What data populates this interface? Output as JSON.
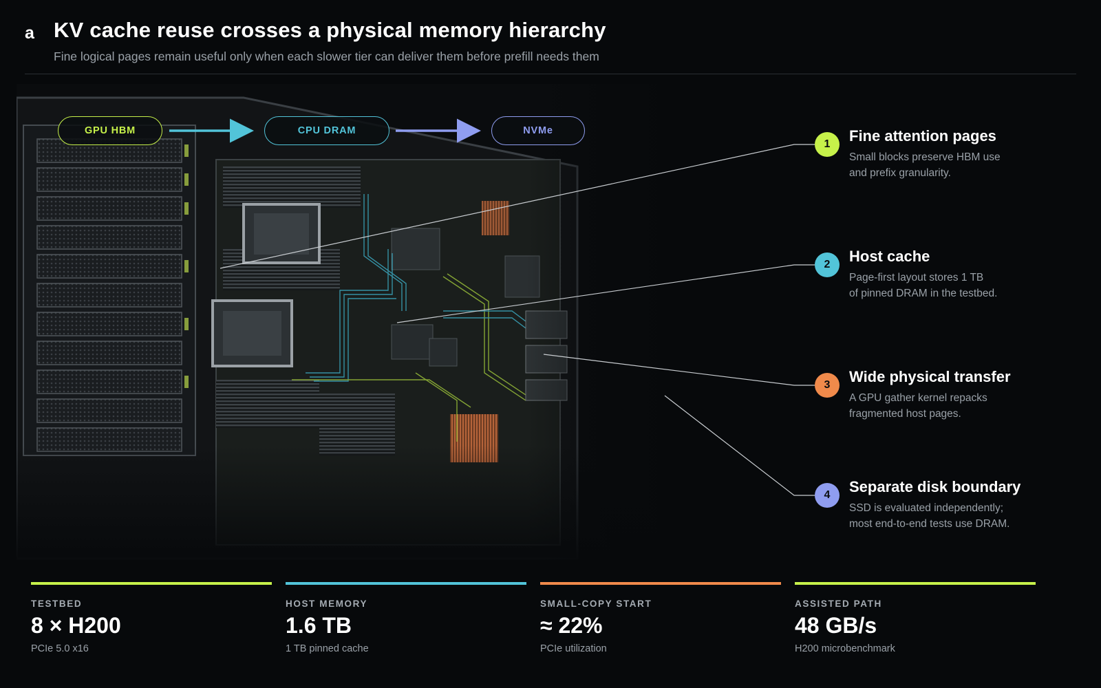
{
  "header": {
    "panel_letter": "a",
    "title": "KV cache reuse crosses a physical memory hierarchy",
    "subtitle": "Fine logical pages remain useful only when each slower tier can deliver them before prefill needs them"
  },
  "tiers": [
    {
      "label": "GPU HBM",
      "color": "#c6f14a"
    },
    {
      "label": "CPU DRAM",
      "color": "#52c4d9"
    },
    {
      "label": "NVMe",
      "color": "#8f9df0"
    }
  ],
  "callouts": [
    {
      "number": "1",
      "title": "Fine attention pages",
      "line1": "Small blocks preserve HBM use",
      "line2": "and prefix granularity.",
      "color": "#c6f14a"
    },
    {
      "number": "2",
      "title": "Host cache",
      "line1": "Page-first layout stores 1 TB",
      "line2": "of pinned DRAM in the testbed.",
      "color": "#52c4d9"
    },
    {
      "number": "3",
      "title": "Wide physical transfer",
      "line1": "A GPU gather kernel repacks",
      "line2": "fragmented host pages.",
      "color": "#f08a4b"
    },
    {
      "number": "4",
      "title": "Separate disk boundary",
      "line1": "SSD is evaluated independently;",
      "line2": "most end-to-end tests use DRAM.",
      "color": "#8f9df0"
    }
  ],
  "stats": [
    {
      "label": "TESTBED",
      "value": "8 × H200",
      "note": "PCIe 5.0 x16",
      "color": "#c6f14a"
    },
    {
      "label": "HOST MEMORY",
      "value": "1.6 TB",
      "note": "1 TB pinned cache",
      "color": "#52c4d9"
    },
    {
      "label": "SMALL-COPY START",
      "value": "≈ 22%",
      "note": "PCIe utilization",
      "color": "#f08a4b"
    },
    {
      "label": "ASSISTED PATH",
      "value": "48 GB/s",
      "note": "H200 microbenchmark",
      "color": "#c6f14a"
    }
  ]
}
